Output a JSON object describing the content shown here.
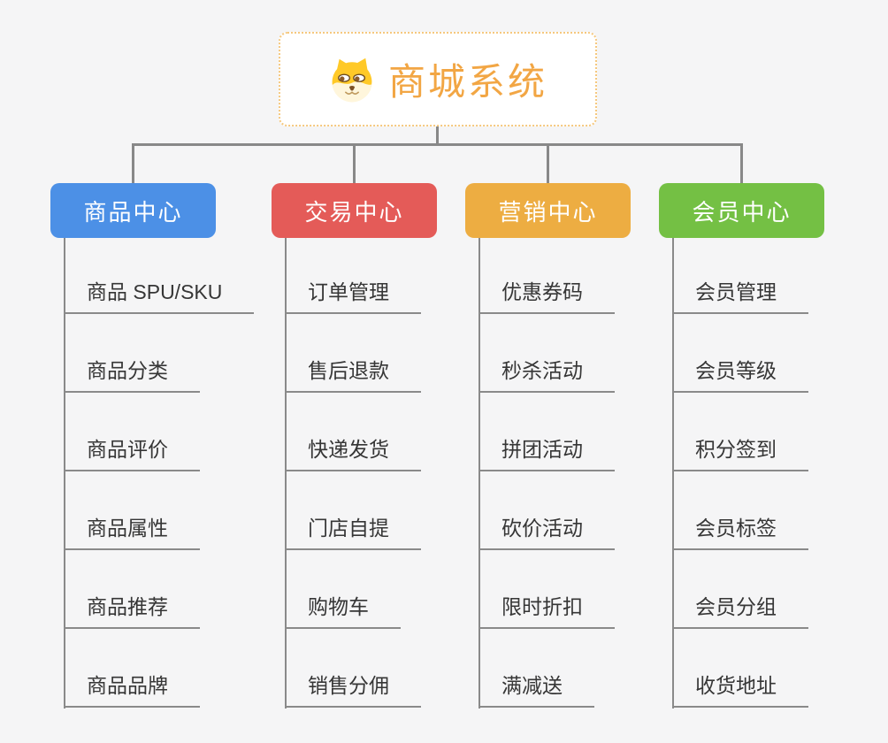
{
  "background_color": "#f5f5f6",
  "connector_color": "#888888",
  "root": {
    "title": "商城系统",
    "mascot_icon": "shiba-dog-icon",
    "text_color": "#f2a644",
    "border_color": "#f5c87e"
  },
  "branches": [
    {
      "label": "商品中心",
      "color": "#4c90e6",
      "items": [
        "商品 SPU/SKU",
        "商品分类",
        "商品评价",
        "商品属性",
        "商品推荐",
        "商品品牌"
      ]
    },
    {
      "label": "交易中心",
      "color": "#e45b58",
      "items": [
        "订单管理",
        "售后退款",
        "快递发货",
        "门店自提",
        "购物车",
        "销售分佣"
      ]
    },
    {
      "label": "营销中心",
      "color": "#edad42",
      "items": [
        "优惠券码",
        "秒杀活动",
        "拼团活动",
        "砍价活动",
        "限时折扣",
        "满减送"
      ]
    },
    {
      "label": "会员中心",
      "color": "#74c044",
      "items": [
        "会员管理",
        "会员等级",
        "积分签到",
        "会员标签",
        "会员分组",
        "收货地址"
      ]
    }
  ]
}
